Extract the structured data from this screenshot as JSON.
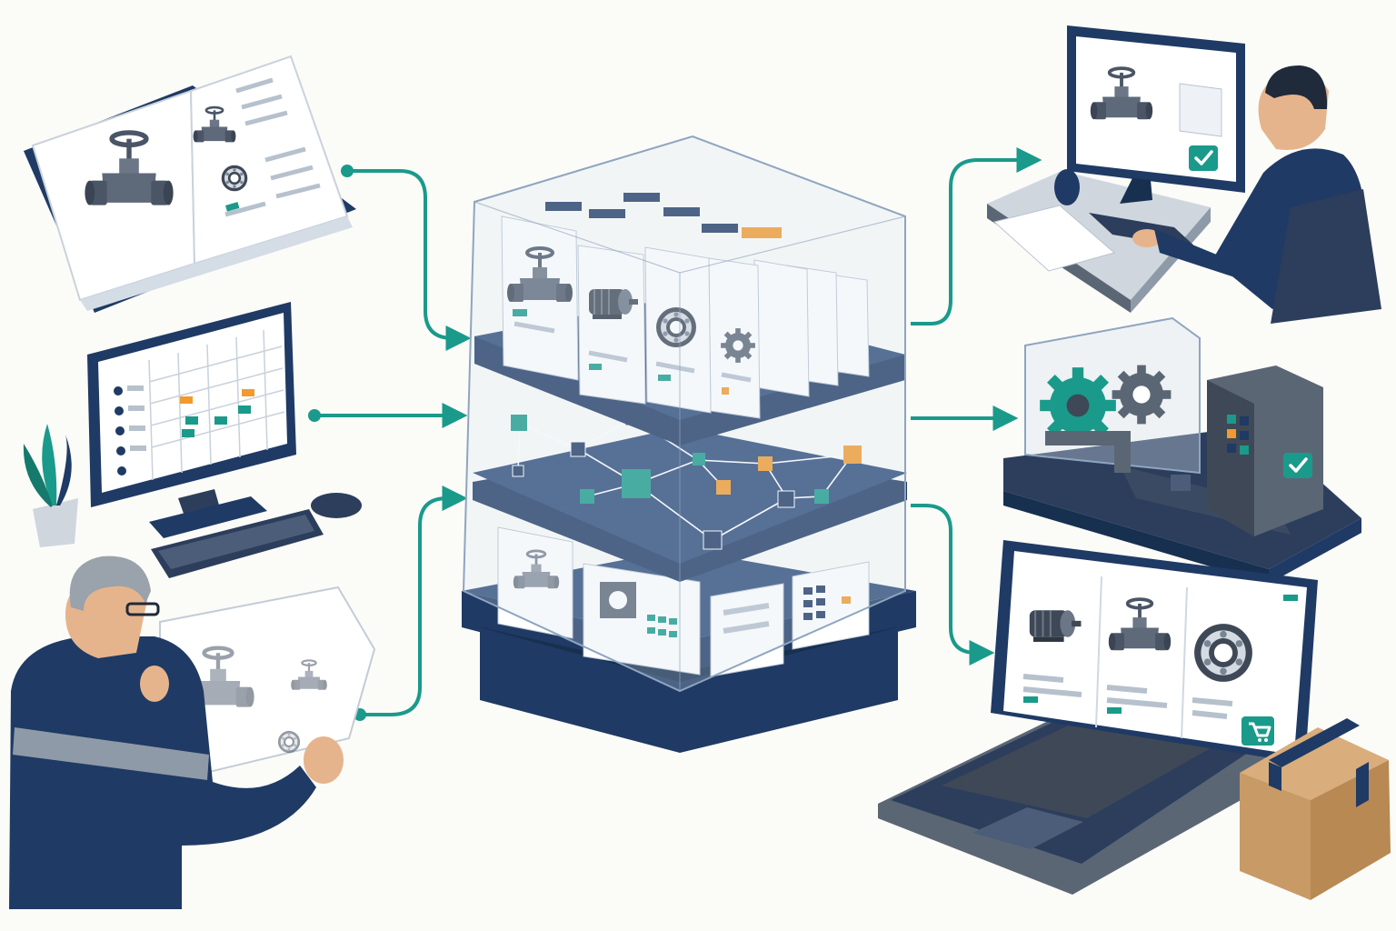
{
  "colors": {
    "navy": "#1f3a64",
    "navy_dark": "#17304f",
    "teal": "#1a9a8a",
    "orange": "#f29a2e",
    "steel": "#5b6675",
    "paper": "#ffffff",
    "glass": "#d6e3f0",
    "background": "#fbfbf8",
    "cardboard": "#c89a66"
  },
  "sources": [
    {
      "name": "printed-catalog",
      "icon": "open-book-icon"
    },
    {
      "name": "erp-spreadsheet",
      "icon": "desktop-computer-icon"
    },
    {
      "name": "technical-drawings",
      "icon": "engineer-with-drawing-icon"
    }
  ],
  "hub": {
    "layers": [
      {
        "name": "product-cards-layer",
        "icon": "product-card-icon"
      },
      {
        "name": "knowledge-graph-layer",
        "icon": "network-graph-icon"
      },
      {
        "name": "documents-layer",
        "icon": "document-icon"
      }
    ]
  },
  "outputs": [
    {
      "name": "engineer-workstation",
      "icon": "engineer-at-desk-icon",
      "badge_icon": "checkmark-icon"
    },
    {
      "name": "automated-machine",
      "icon": "gear-machine-icon",
      "badge_icon": "checkmark-icon"
    },
    {
      "name": "ecommerce-laptop",
      "icon": "laptop-shop-icon",
      "badge_icon": "shopping-cart-icon"
    }
  ],
  "parts": [
    "valve-icon",
    "motor-icon",
    "bearing-icon",
    "gear-icon"
  ]
}
